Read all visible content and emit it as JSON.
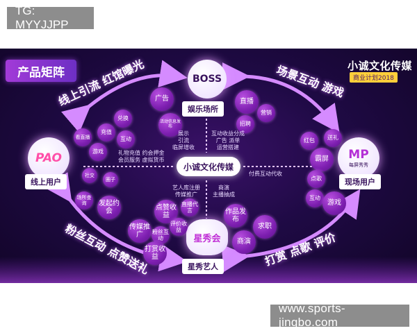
{
  "top_tag": "TG: MYYJJPP",
  "bottom_tag": "www.sports-jingbo.com",
  "infographic": {
    "title": "产品矩阵",
    "brand": "小诚文化传媒",
    "brand_subtitle": "商业计划2018",
    "center": "小诚文化传媒",
    "slogans": {
      "top_left": "线上引流 红馆曝光",
      "top_right": "场景互动 游戏",
      "bottom_left": "粉丝互动 点赞送礼",
      "bottom_right": "打赏 点歌 评价"
    },
    "nodes": {
      "top": {
        "label": "娱乐场所",
        "logo": "BOSS"
      },
      "left": {
        "label": "线上用户",
        "logo": "PAO"
      },
      "right": {
        "label": "现场用户",
        "logo": "MP",
        "logo_caption": "每屏秀秀"
      },
      "bottom": {
        "label": "星秀艺人",
        "logo": "星秀会"
      }
    },
    "bubbles": {
      "top_left": [
        "广告",
        "活动信息发布"
      ],
      "top_right": [
        "直播",
        "营销",
        "招聘"
      ],
      "left": [
        "兑换",
        "充值",
        "互动",
        "看直播",
        "游戏",
        "社交",
        "圈子",
        "场所查询",
        "发起约会"
      ],
      "right": [
        "送礼",
        "红包",
        "霸屏",
        "点歌",
        "互动",
        "游戏"
      ],
      "bottom_left": [
        "点赞收益",
        "传媒推广",
        "粉丝互动",
        "评价收益",
        "打赏收益",
        "直播代言"
      ],
      "bottom_right": [
        "作品发布",
        "求职",
        "商演"
      ]
    },
    "texts": {
      "top_center_left": "展示\n引流\n临屏增收",
      "top_center_right": "互动收益分成\n广告 派单\n运营搭建",
      "left_center": "礼物充值 约会押金\n会员服务 虚拟货币",
      "right_center": "付费互动代收",
      "bottom_center_left": "艺人库注册\n传媒推广",
      "bottom_center_right": "商演\n主播抽成"
    }
  }
}
